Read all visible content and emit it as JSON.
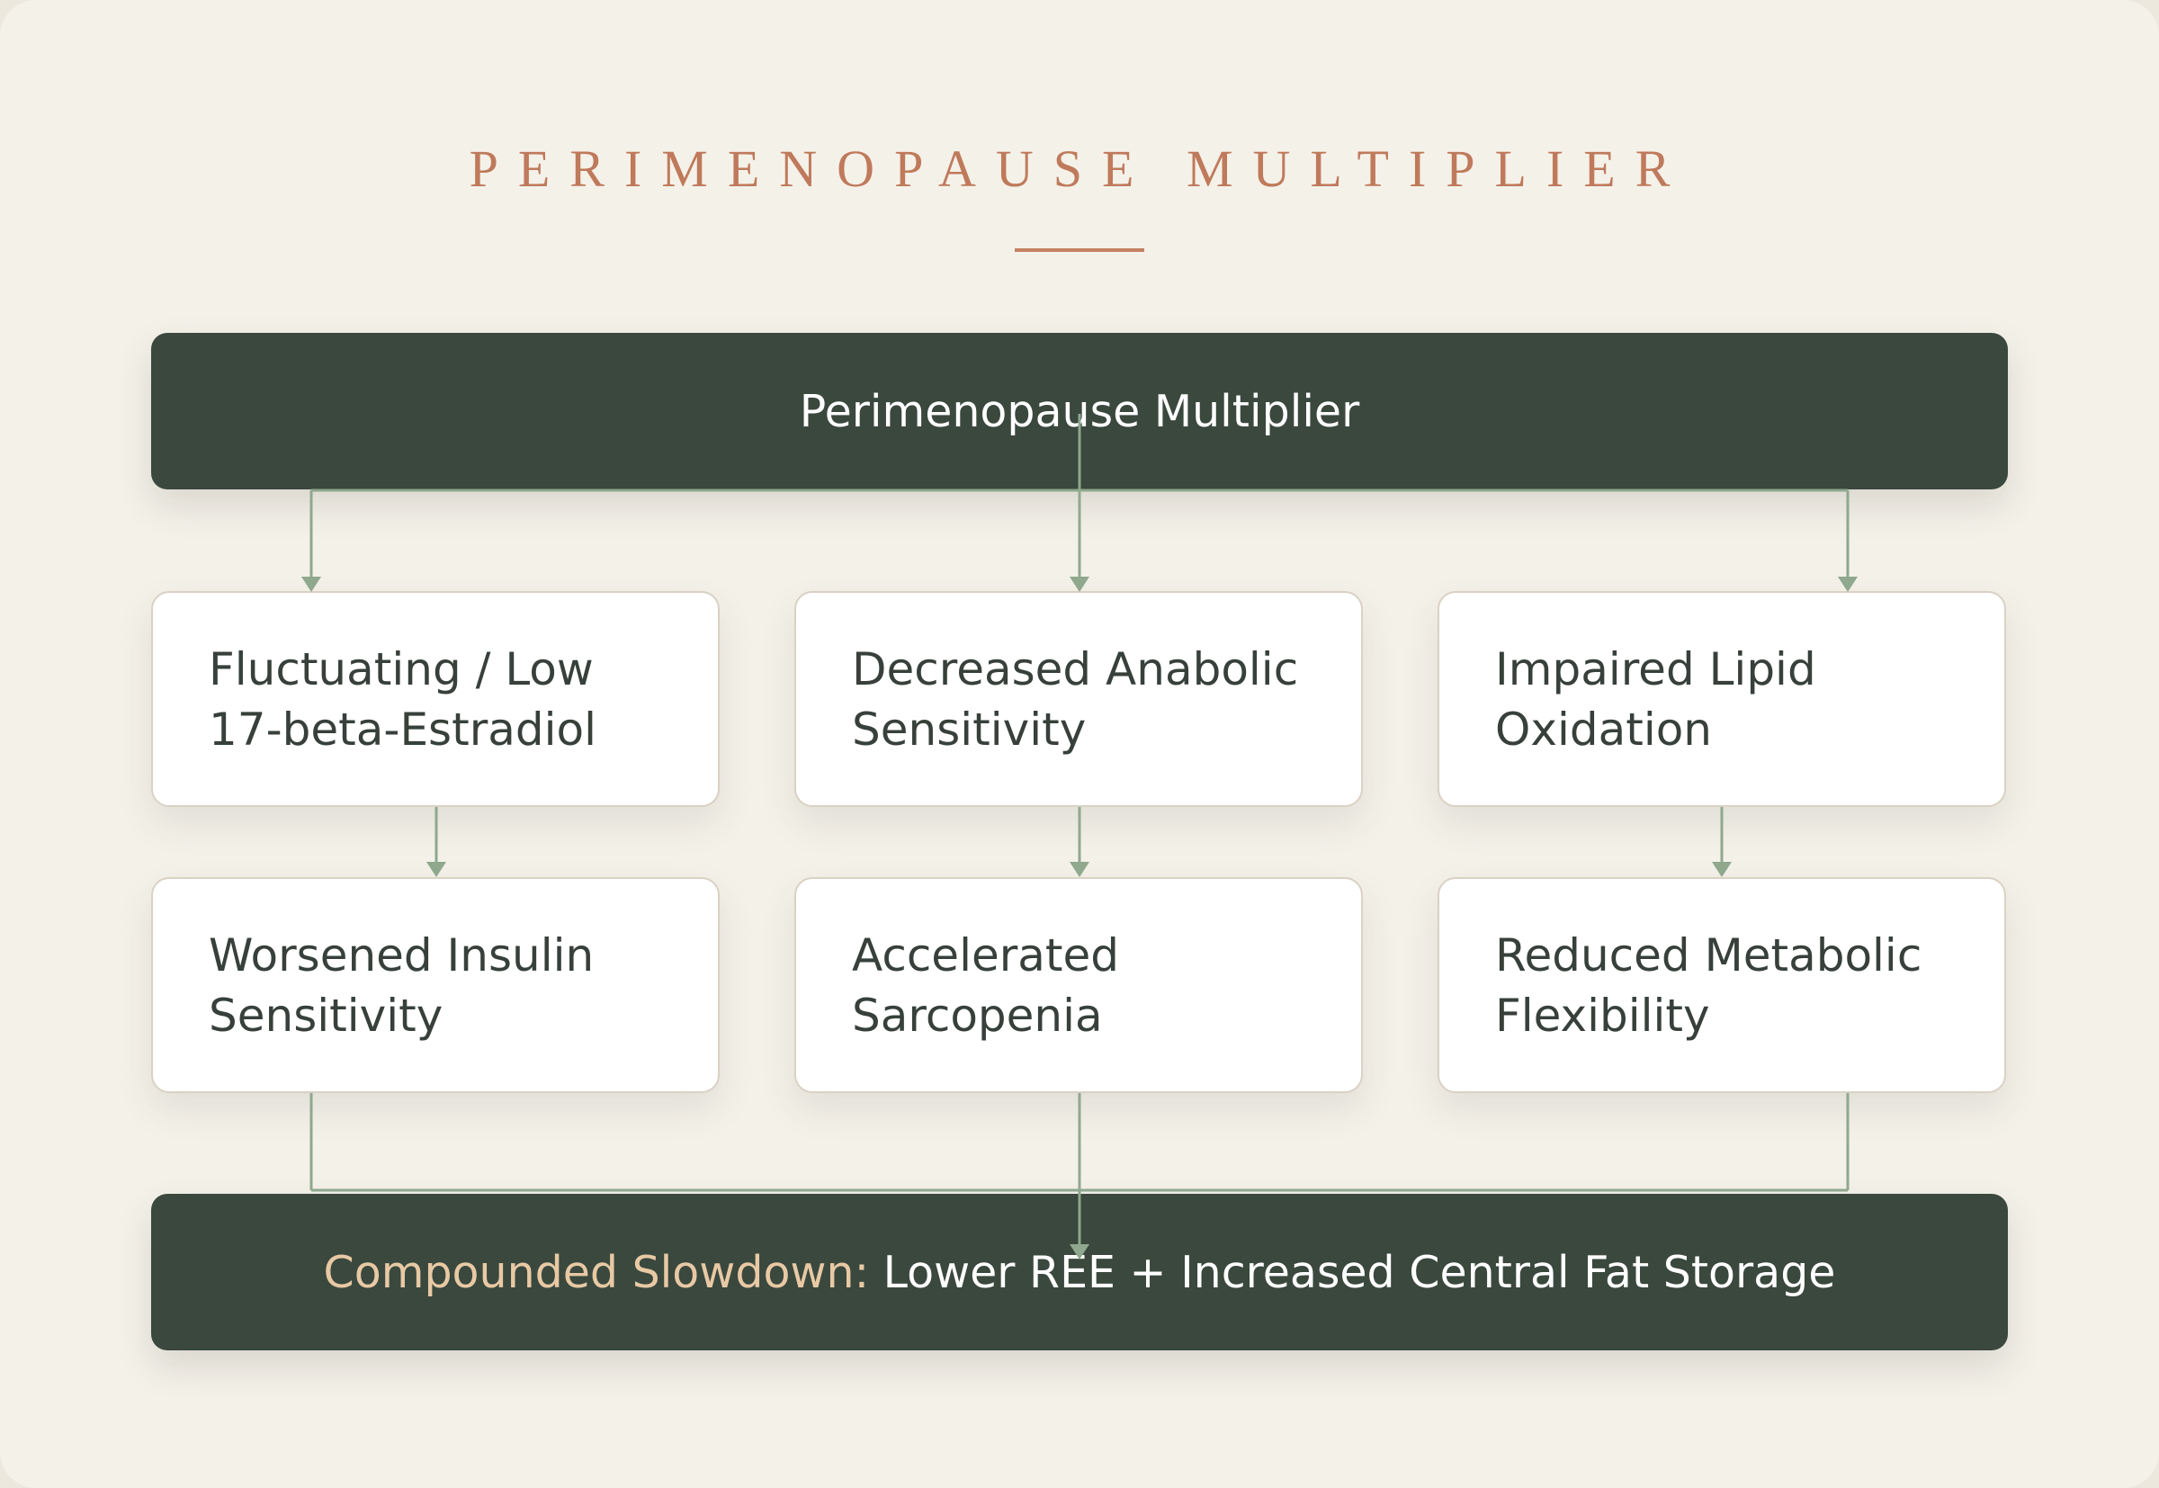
{
  "title": "PERIMENOPAUSE MULTIPLIER",
  "top_bar": {
    "label": "Perimenopause Multiplier"
  },
  "nodes": [
    {
      "line1": "Fluctuating / Low",
      "line2": "17-beta-Estradiol"
    },
    {
      "line1": "Decreased Anabolic",
      "line2": "Sensitivity"
    },
    {
      "line1": "Impaired Lipid",
      "line2": "Oxidation"
    },
    {
      "line1": "Worsened Insulin",
      "line2": "Sensitivity"
    },
    {
      "line1": "Accelerated",
      "line2": "Sarcopenia"
    },
    {
      "line1": "Reduced Metabolic",
      "line2": "Flexibility"
    }
  ],
  "bottom_bar": {
    "highlight": "Compounded Slowdown:",
    "text": "Lower REE + Increased Central Fat Storage"
  },
  "colors": {
    "background": "#f4f1e9",
    "dark_bar": "#3a483e",
    "title": "#bf7a5b",
    "connector": "#8fa88e",
    "highlight": "#e8c9a4"
  }
}
